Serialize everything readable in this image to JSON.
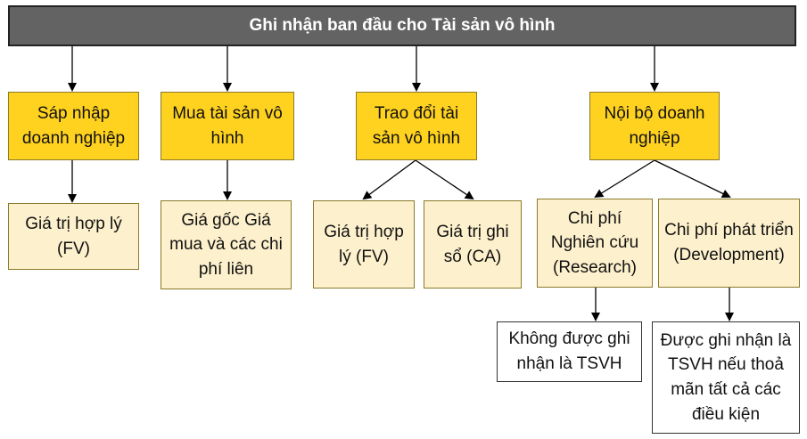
{
  "title": "Ghi nhận ban đầu cho Tài sản vô hình",
  "level1": [
    {
      "id": "merger",
      "text": "Sáp nhập doanh nghiệp"
    },
    {
      "id": "purchase",
      "text": "Mua tài sản vô hình"
    },
    {
      "id": "exchange",
      "text": "Trao đổi tài sản vô hình"
    },
    {
      "id": "internal",
      "text": "Nội bộ doanh nghiệp"
    }
  ],
  "level2": [
    {
      "id": "merger-fv",
      "text": "Giá trị hợp lý (FV)"
    },
    {
      "id": "purchase-cost",
      "text": "Giá gốc Giá mua và các chi phí liên"
    },
    {
      "id": "exchange-fv",
      "text": "Giá trị hợp lý (FV)"
    },
    {
      "id": "exchange-ca",
      "text": "Giá trị ghi sổ (CA)"
    },
    {
      "id": "research",
      "text": "Chi phí Nghiên cứu (Research)"
    },
    {
      "id": "development",
      "text": "Chi phí phát triển (Development)"
    }
  ],
  "level3": [
    {
      "id": "research-result",
      "text": "Không được ghi nhận là TSVH"
    },
    {
      "id": "development-result",
      "text": "Được ghi nhận là TSVH nếu thoả mãn tất cả các điều kiện"
    }
  ]
}
